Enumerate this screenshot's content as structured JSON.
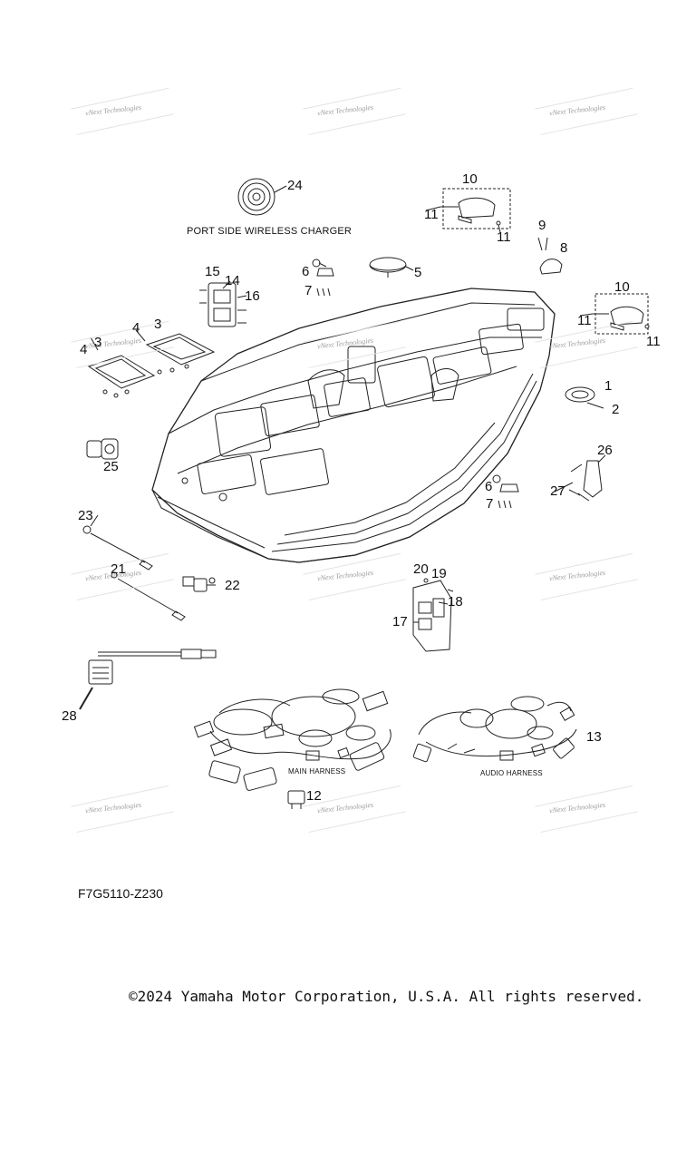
{
  "diagram": {
    "code": "F7G5110-Z230",
    "copyright": "©2024 Yamaha Motor Corporation, U.S.A. All rights reserved.",
    "watermark": "vNext Technologies",
    "labels": {
      "wireless_charger": "PORT SIDE WIRELESS CHARGER",
      "main_harness": "MAIN HARNESS",
      "audio_harness": "AUDIO HARNESS"
    },
    "callouts": {
      "c1": "1",
      "c2": "2",
      "c3a": "3",
      "c3b": "3",
      "c4a": "4",
      "c4b": "4",
      "c5": "5",
      "c6a": "6",
      "c6b": "6",
      "c7a": "7",
      "c7b": "7",
      "c8": "8",
      "c9": "9",
      "c10a": "10",
      "c10b": "10",
      "c11a": "11",
      "c11b": "11",
      "c11c": "11",
      "c11d": "11",
      "c12": "12",
      "c13": "13",
      "c14": "14",
      "c15": "15",
      "c16": "16",
      "c17": "17",
      "c18": "18",
      "c19": "19",
      "c20": "20",
      "c21": "21",
      "c22": "22",
      "c23": "23",
      "c24": "24",
      "c25": "25",
      "c26": "26",
      "c27": "27",
      "c28": "28"
    }
  }
}
